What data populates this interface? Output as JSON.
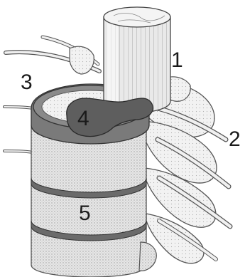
{
  "labels": {
    "spinal_cord": "1",
    "spinal_nerve": "2",
    "disc_annulus": "3",
    "herniated_nucleus": "4",
    "vertebral_body": "5"
  }
}
